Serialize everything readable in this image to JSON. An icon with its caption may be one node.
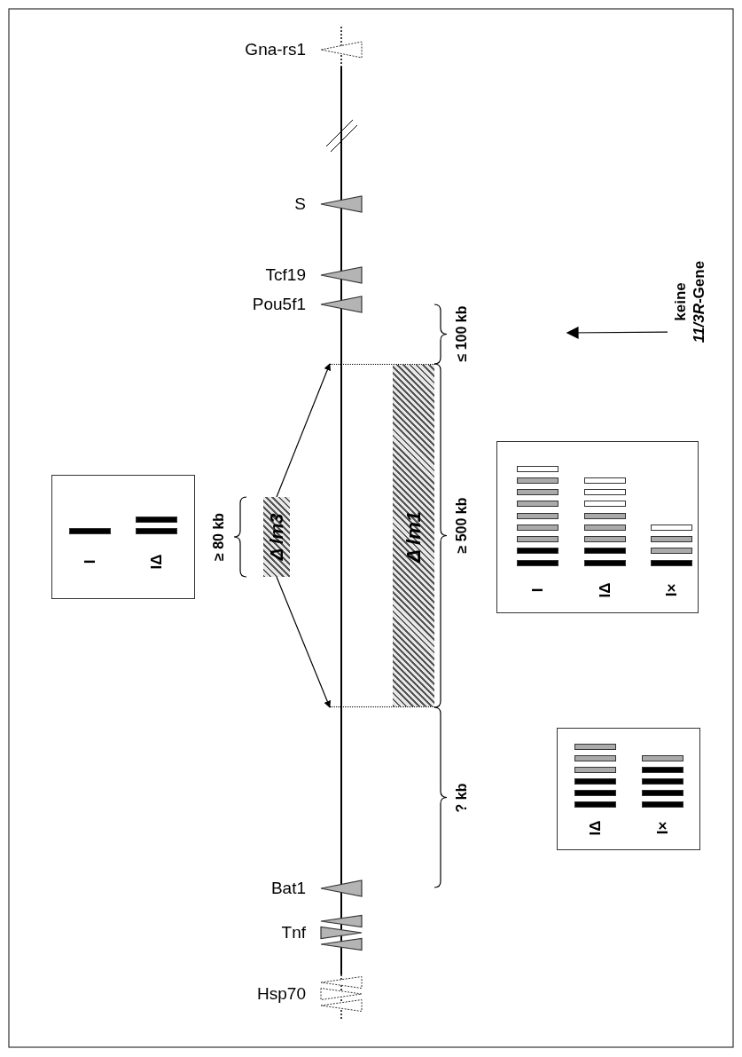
{
  "diagram": {
    "nodes": [
      {
        "text": [
          "keine *11/3R*-Gene"
        ]
      },
      {
        "text": [
          "I",
          "IΔ"
        ]
      },
      {
        "text": [
          "Δ lm3"
        ]
      },
      {
        "text": [
          "Δ lm1"
        ]
      },
      {
        "text": [
          "I",
          "IΔ",
          "I×"
        ]
      },
      {
        "text": [
          "IΔ",
          "I×"
        ]
      }
    ],
    "edges": [
      {
        "from": 0,
        "to": null,
        "arrow": "to"
      },
      {
        "from": 2,
        "to": 3,
        "arrow": "to"
      },
      {
        "from": 2,
        "to": 3,
        "arrow": "to"
      }
    ],
    "labels": [
      "Gna-rs1",
      "S",
      "Tcf19",
      "Pou5f1",
      "≤ 100 kb",
      "≥ 80 kb",
      "≥ 500 kb",
      "? kb",
      "Bat1",
      "Tnf",
      "Hsp70"
    ]
  }
}
